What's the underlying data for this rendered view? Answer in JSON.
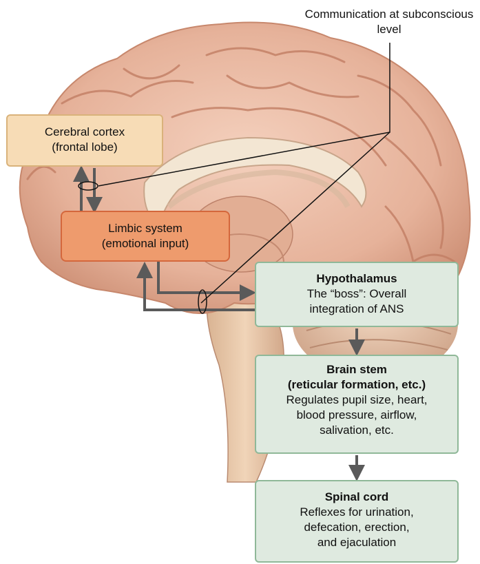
{
  "callout": {
    "line1": "Communication at",
    "line2": "subconscious level"
  },
  "cortex": {
    "line1": "Cerebral cortex",
    "line2": "(frontal lobe)"
  },
  "limbic": {
    "line1": "Limbic system",
    "line2": "(emotional input)"
  },
  "hypothalamus": {
    "title": "Hypothalamus",
    "line1": "The “boss”: Overall",
    "line2": "integration of ANS"
  },
  "brainstem": {
    "title": "Brain stem",
    "subtitle": "(reticular formation, etc.)",
    "line1": "Regulates pupil size, heart,",
    "line2": "blood pressure, airflow,",
    "line3": "salivation, etc."
  },
  "spinal": {
    "title": "Spinal cord",
    "line1": "Reflexes for urination,",
    "line2": "defecation, erection,",
    "line3": "and ejaculation"
  },
  "colors": {
    "cortex_fill": "#f7dcb6",
    "limbic_fill": "#ee9b6d",
    "control_box_fill": "#dfeae0",
    "arrow": "#5a5a5a",
    "brain_tissue": "#e8b8a0"
  }
}
